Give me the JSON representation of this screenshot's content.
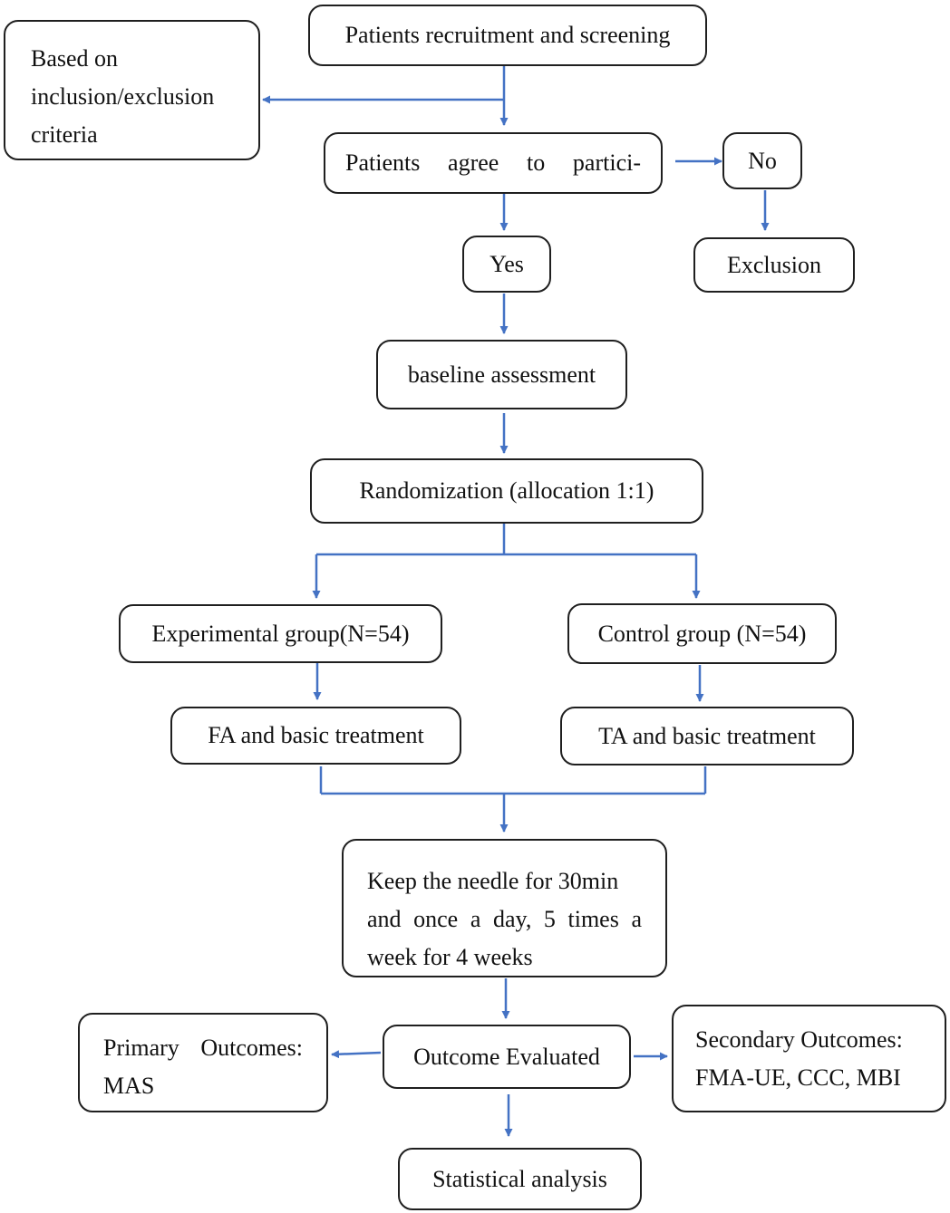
{
  "colors": {
    "connector": "#4472c4",
    "box_border": "#1f1f1f",
    "text": "#111111"
  },
  "nodes": {
    "recruitment": "Patients recruitment and screening",
    "criteria": [
      "Based on",
      "inclusion/exclusion",
      "criteria"
    ],
    "agree": [
      "Patients",
      "agree",
      "to",
      "partici-"
    ],
    "no": "No",
    "yes": "Yes",
    "exclusion": "Exclusion",
    "baseline": "baseline assessment",
    "randomization": "Randomization (allocation 1:1)",
    "experimental": "Experimental group(N=54)",
    "control": "Control group (N=54)",
    "fa": "FA and basic treatment",
    "ta": "TA and basic treatment",
    "needle": [
      [
        "Keep the needle for 30min"
      ],
      [
        "and",
        "once",
        "a",
        "day,",
        "5",
        "times",
        "a"
      ],
      [
        "week for 4 weeks"
      ]
    ],
    "evaluated": "Outcome Evaluated",
    "primary": [
      [
        "Primary",
        "Outcomes:"
      ],
      [
        "MAS"
      ]
    ],
    "secondary": [
      "Secondary Outcomes:",
      "FMA-UE, CCC, MBI"
    ],
    "statistical": "Statistical analysis"
  }
}
